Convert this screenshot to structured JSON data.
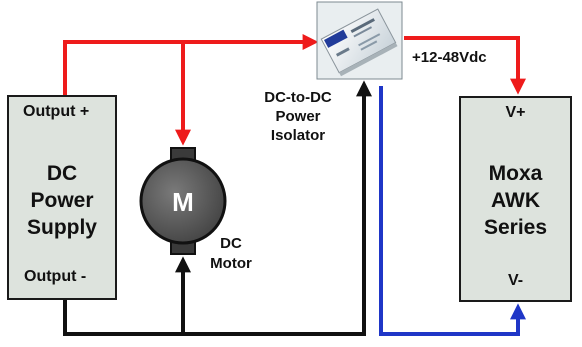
{
  "power_supply": {
    "output_plus": "Output +",
    "title_lines": [
      "DC",
      "Power",
      "Supply"
    ],
    "output_minus": "Output -"
  },
  "motor": {
    "symbol": "M",
    "label_lines": [
      "DC",
      "Motor"
    ]
  },
  "isolator": {
    "label_lines": [
      "DC-to-DC",
      "Power",
      "Isolator"
    ],
    "output_voltage": "+12-48Vdc"
  },
  "moxa": {
    "v_plus": "V+",
    "title_lines": [
      "Moxa",
      "AWK",
      "Series"
    ],
    "v_minus": "V-"
  },
  "colors": {
    "positive_wire": "#ee1b1b",
    "ground_wire": "#111111",
    "isolated_ground_wire": "#1f36c7",
    "box_fill": "#dde3dd",
    "motor_fill": "#555555"
  }
}
